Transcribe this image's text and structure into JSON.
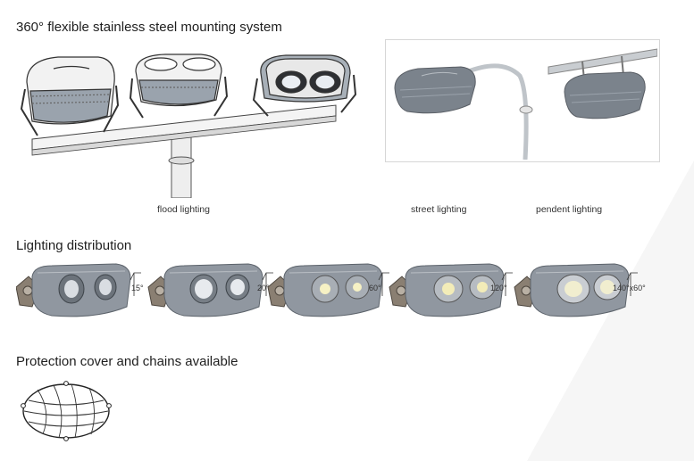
{
  "sections": {
    "mounting": {
      "title": "360° flexible stainless steel mounting system",
      "captions": {
        "flood": "flood lighting",
        "street": "street lighting",
        "pendent": "pendent lighting"
      }
    },
    "distribution": {
      "title": "Lighting distribution",
      "angles": [
        "15°",
        "20°",
        "60°",
        "120°",
        "140°x60°"
      ]
    },
    "protection": {
      "title": "Protection cover and chains available"
    }
  }
}
